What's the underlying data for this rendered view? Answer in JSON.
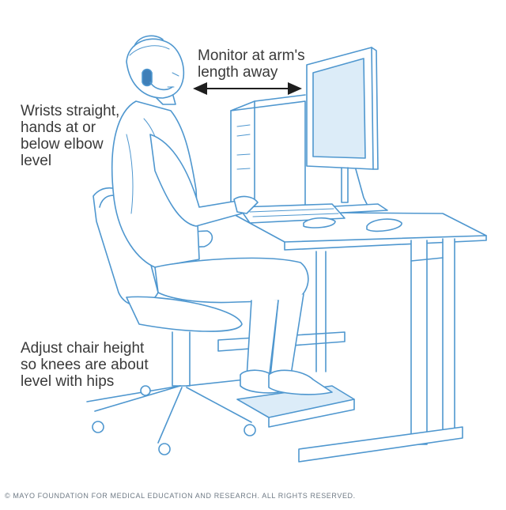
{
  "labels": {
    "monitor": [
      "Monitor at arm's",
      "length away"
    ],
    "wrists": [
      "Wrists straight,",
      "hands at or",
      "below elbow",
      "level"
    ],
    "chair": [
      "Adjust chair height",
      "so knees are about",
      "level with hips"
    ]
  },
  "copyright": "© MAYO FOUNDATION FOR MEDICAL EDUCATION AND RESEARCH. ALL RIGHTS RESERVED.",
  "colors": {
    "line": "#4f97cf",
    "text": "#3a3a3a",
    "shade": "#dcecf8"
  }
}
